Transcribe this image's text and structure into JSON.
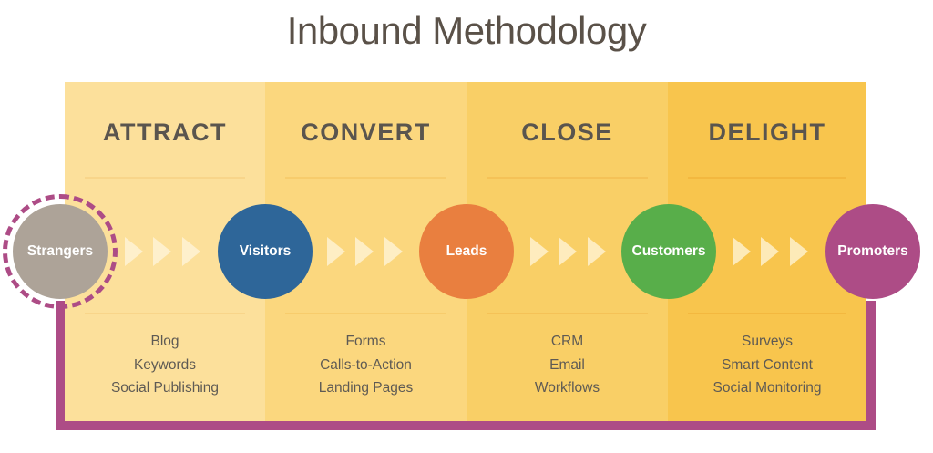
{
  "title": "Inbound Methodology",
  "colors": {
    "title_text": "#5a5148",
    "loop_border": "#ad4c86",
    "column_bg": [
      "#fce09b",
      "#fbd77e",
      "#f9cf66",
      "#f8c54d"
    ],
    "separator": [
      "#f8d58a",
      "#f7cc6c",
      "#f5c257",
      "#f3b83f"
    ]
  },
  "stages": [
    {
      "title": "ATTRACT",
      "tools": [
        "Blog",
        "Keywords",
        "Social Publishing"
      ]
    },
    {
      "title": "CONVERT",
      "tools": [
        "Forms",
        "Calls-to-Action",
        "Landing Pages"
      ]
    },
    {
      "title": "CLOSE",
      "tools": [
        "CRM",
        "Email",
        "Workflows"
      ]
    },
    {
      "title": "DELIGHT",
      "tools": [
        "Surveys",
        "Smart Content",
        "Social Monitoring"
      ]
    }
  ],
  "nodes": [
    {
      "label": "Strangers",
      "color": "#ada398"
    },
    {
      "label": "Visitors",
      "color": "#2e6699"
    },
    {
      "label": "Leads",
      "color": "#e97f3f"
    },
    {
      "label": "Customers",
      "color": "#58ae4a"
    },
    {
      "label": "Promoters",
      "color": "#ad4c86"
    }
  ],
  "flow_arrow_icon": "chevron-right-icon"
}
